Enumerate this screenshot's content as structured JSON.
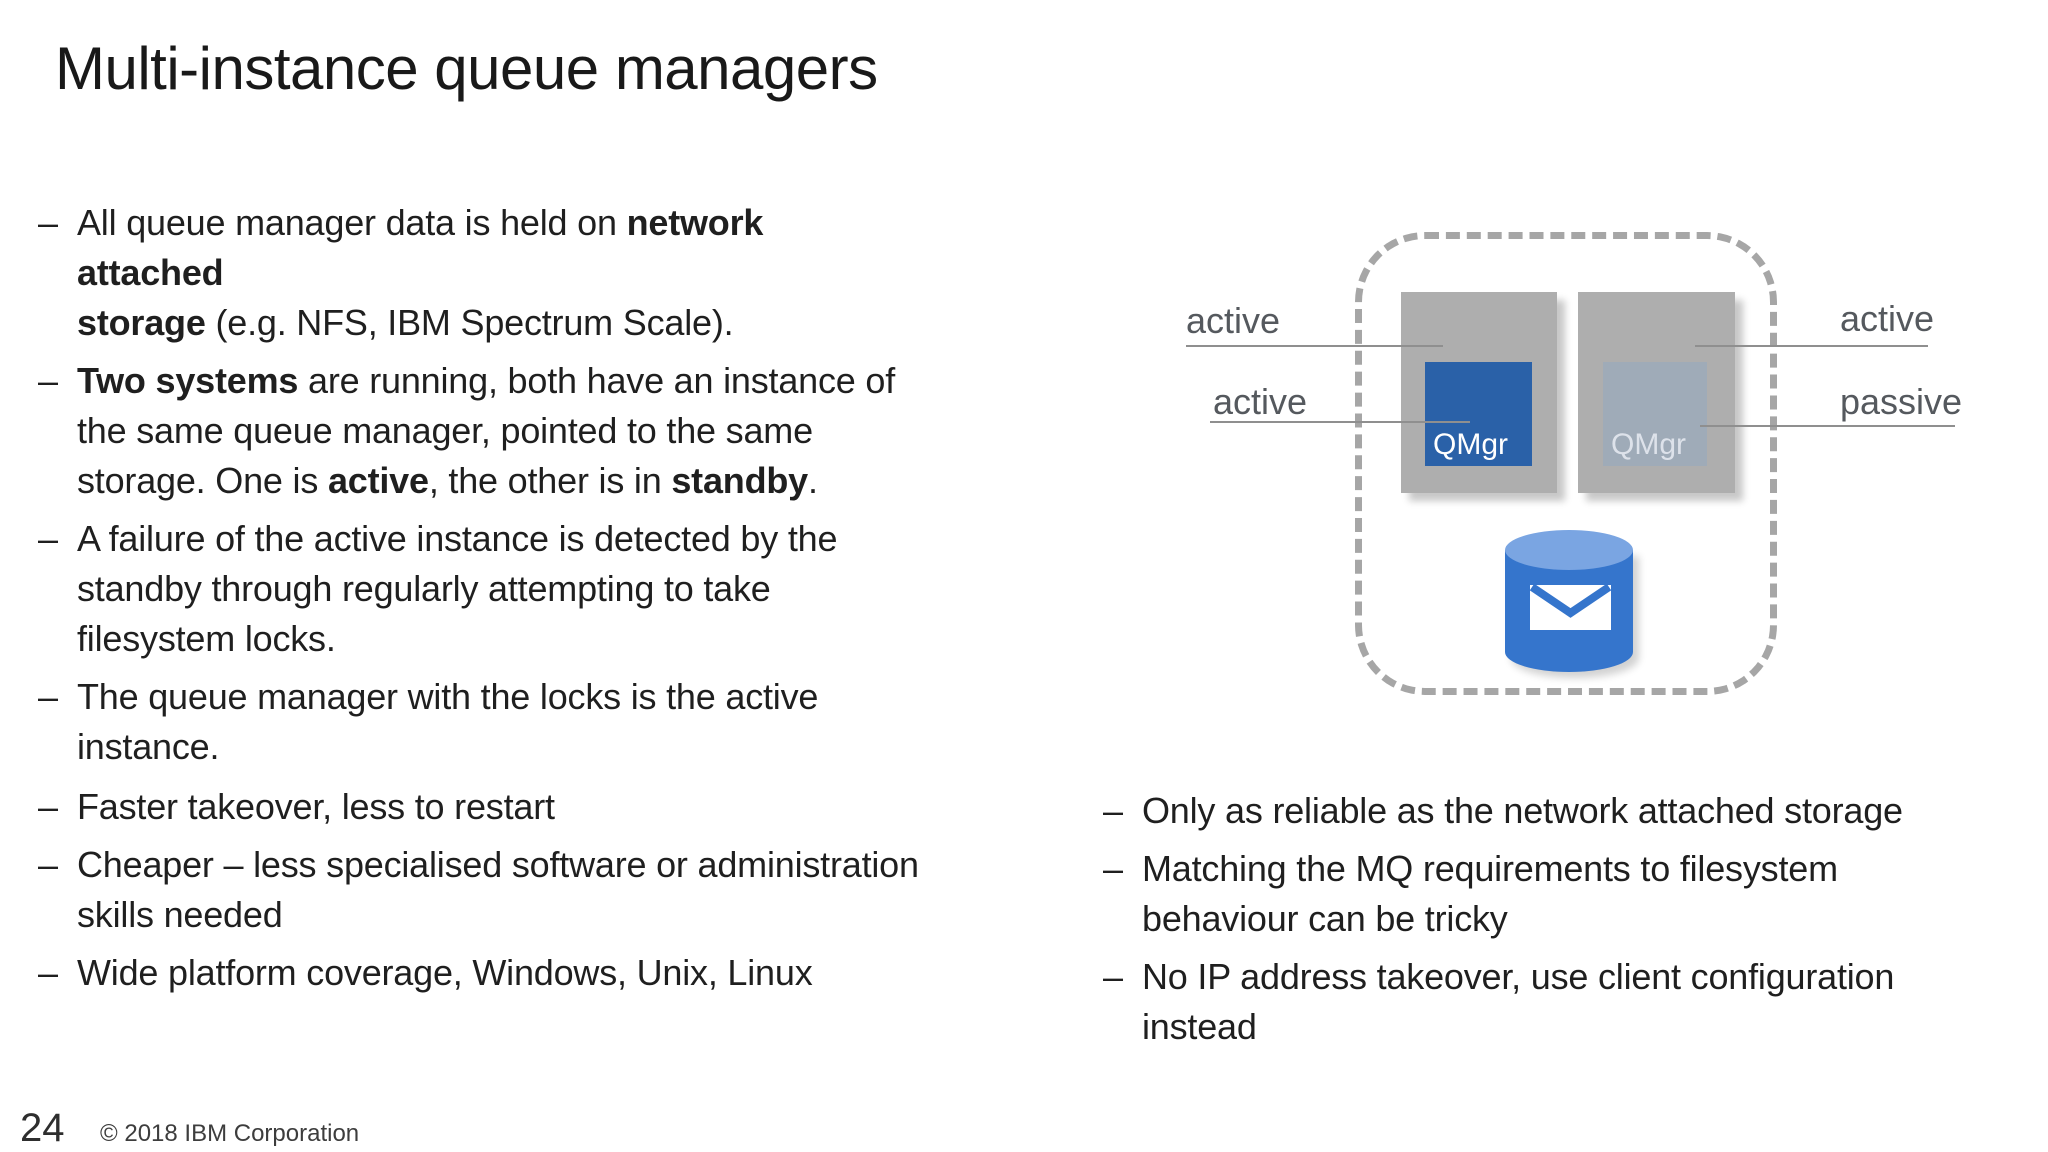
{
  "slide": {
    "title": "Multi-instance queue managers",
    "page_number": "24",
    "copyright": "© 2018 IBM Corporation"
  },
  "bullets": {
    "marker": "–",
    "main": [
      {
        "segments": [
          {
            "t": "All queue manager data is held on "
          },
          {
            "t": "network attached",
            "b": true
          },
          {
            "br": true
          },
          {
            "t": "storage",
            "b": true
          },
          {
            "t": " (e.g. NFS, IBM Spectrum Scale)."
          }
        ]
      },
      {
        "segments": [
          {
            "t": "Two systems",
            "b": true
          },
          {
            "t": " are running, both have an instance of"
          },
          {
            "br": true
          },
          {
            "t": "the same queue manager, pointed to the same"
          },
          {
            "br": true
          },
          {
            "t": "storage. One is "
          },
          {
            "t": "active",
            "b": true
          },
          {
            "t": ", the other is in "
          },
          {
            "t": "standby",
            "b": true
          },
          {
            "t": "."
          }
        ]
      },
      {
        "segments": [
          {
            "t": "A failure of the active instance is detected by the"
          },
          {
            "br": true
          },
          {
            "t": "standby through regularly attempting to take"
          },
          {
            "br": true
          },
          {
            "t": "filesystem locks."
          }
        ]
      },
      {
        "segments": [
          {
            "t": "The queue manager with the locks is the active"
          },
          {
            "br": true
          },
          {
            "t": "instance."
          }
        ]
      }
    ],
    "pros": [
      {
        "segments": [
          {
            "t": "Faster takeover, less to restart"
          }
        ]
      },
      {
        "segments": [
          {
            "t": "Cheaper – less specialised software or administration"
          },
          {
            "br": true
          },
          {
            "t": "skills needed"
          }
        ]
      },
      {
        "segments": [
          {
            "t": "Wide platform coverage, Windows, Unix, Linux"
          }
        ]
      }
    ],
    "cons": [
      {
        "segments": [
          {
            "t": "Only as reliable as the network attached storage"
          }
        ]
      },
      {
        "segments": [
          {
            "t": "Matching the MQ requirements to filesystem"
          },
          {
            "br": true
          },
          {
            "t": "behaviour can be tricky"
          }
        ]
      },
      {
        "segments": [
          {
            "t": "No IP address takeover, use client configuration"
          },
          {
            "br": true
          },
          {
            "t": "instead"
          }
        ]
      }
    ]
  },
  "diagram": {
    "labels": {
      "left_top": "active",
      "left_bottom": "active",
      "right_top": "active",
      "right_bottom": "passive"
    },
    "qmgr_active_label": "QMgr",
    "qmgr_passive_label": "QMgr",
    "colors": {
      "active_blue": "#2a61a8",
      "passive_blue_gray": "#9fabb8",
      "server_gray": "#aeaeae",
      "cylinder_blue": "#3575cc",
      "cylinder_top_blue": "#7aa5e2",
      "dashed_border": "#a6a6a6",
      "connector_line": "#8f8f8f"
    }
  }
}
